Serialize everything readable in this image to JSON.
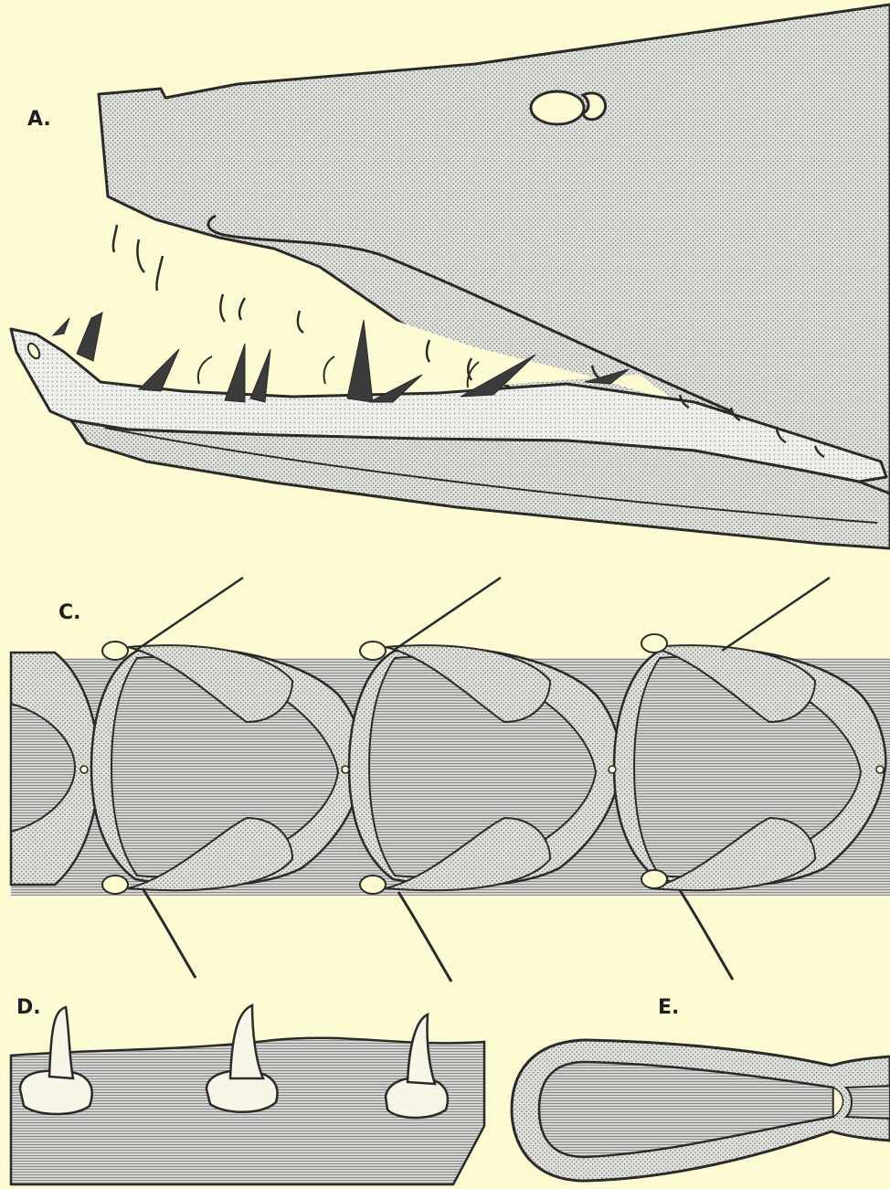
{
  "panels": {
    "a": {
      "label": "A."
    },
    "c": {
      "label": "C."
    },
    "d": {
      "label": "D."
    },
    "e": {
      "label": "E."
    }
  },
  "colors": {
    "background": "#fcfad2",
    "ink": "#2a2a2a",
    "stipple": "#c9c9c9",
    "dense": "#9e9e9e",
    "tooth_fill": "#3b3b3b",
    "denticle": "#f8f6e6"
  }
}
